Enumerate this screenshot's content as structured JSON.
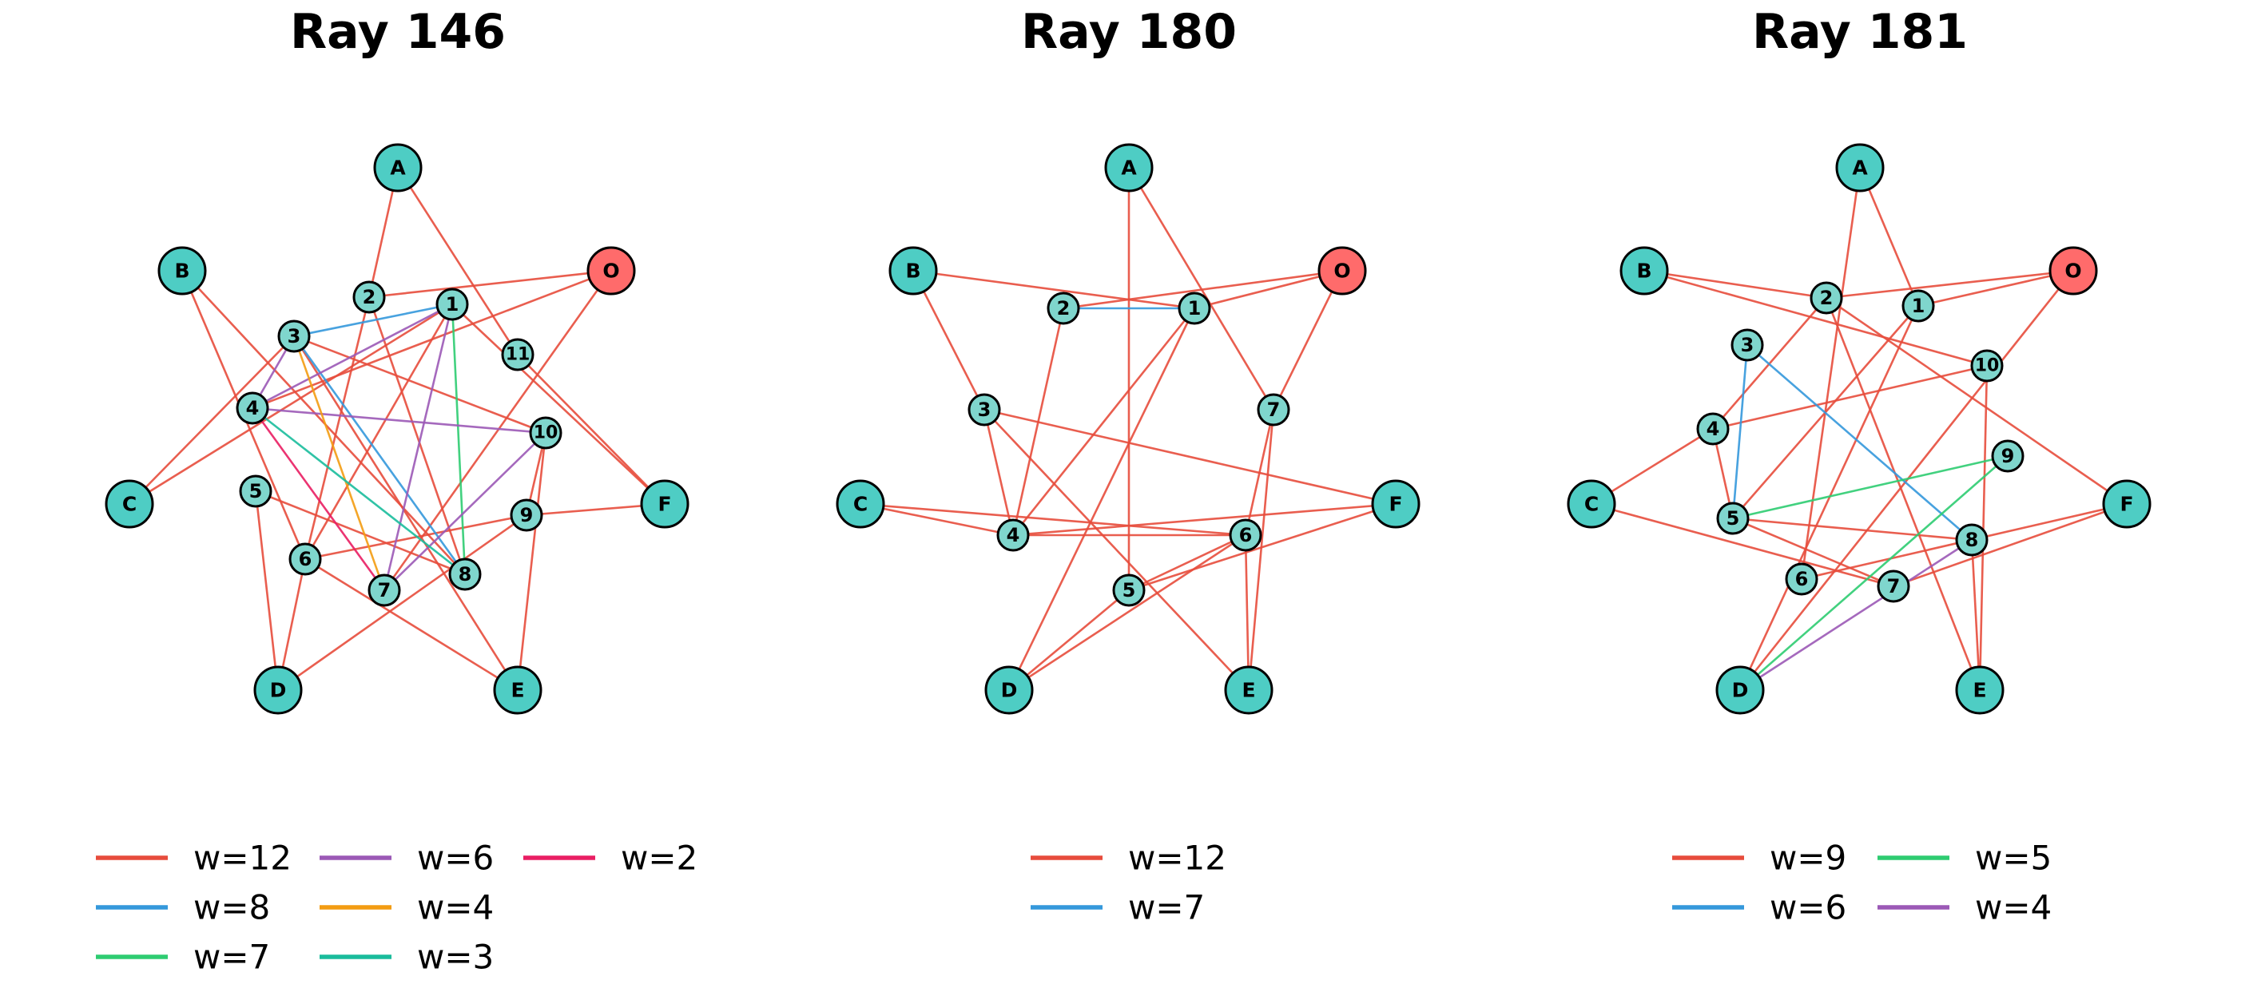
{
  "panels": [
    {
      "title": "Ray 146",
      "nodes": [
        {
          "id": "A",
          "type": "big"
        },
        {
          "id": "B",
          "type": "big"
        },
        {
          "id": "C",
          "type": "big"
        },
        {
          "id": "D",
          "type": "big"
        },
        {
          "id": "E",
          "type": "big"
        },
        {
          "id": "F",
          "type": "big"
        },
        {
          "id": "O",
          "type": "origin"
        },
        {
          "id": "1",
          "type": "small"
        },
        {
          "id": "2",
          "type": "small"
        },
        {
          "id": "3",
          "type": "small"
        },
        {
          "id": "4",
          "type": "small"
        },
        {
          "id": "5",
          "type": "small"
        },
        {
          "id": "6",
          "type": "small"
        },
        {
          "id": "7",
          "type": "small"
        },
        {
          "id": "8",
          "type": "small"
        },
        {
          "id": "9",
          "type": "small"
        },
        {
          "id": "10",
          "type": "small"
        },
        {
          "id": "11",
          "type": "small"
        }
      ],
      "edges": [
        {
          "from": "A",
          "to": "2",
          "w": 12
        },
        {
          "from": "A",
          "to": "11",
          "w": 12
        },
        {
          "from": "B",
          "to": "8",
          "w": 12
        },
        {
          "from": "B",
          "to": "6",
          "w": 12
        },
        {
          "from": "C",
          "to": "1",
          "w": 12
        },
        {
          "from": "C",
          "to": "3",
          "w": 12
        },
        {
          "from": "D",
          "to": "5",
          "w": 12
        },
        {
          "from": "D",
          "to": "6",
          "w": 12
        },
        {
          "from": "D",
          "to": "9",
          "w": 12
        },
        {
          "from": "E",
          "to": "10",
          "w": 12
        },
        {
          "from": "E",
          "to": "6",
          "w": 12
        },
        {
          "from": "E",
          "to": "3",
          "w": 12
        },
        {
          "from": "F",
          "to": "1",
          "w": 12
        },
        {
          "from": "F",
          "to": "9",
          "w": 12
        },
        {
          "from": "F",
          "to": "11",
          "w": 12
        },
        {
          "from": "O",
          "to": "2",
          "w": 12
        },
        {
          "from": "O",
          "to": "4",
          "w": 12
        },
        {
          "from": "O",
          "to": "7",
          "w": 12
        },
        {
          "from": "1",
          "to": "6",
          "w": 12
        },
        {
          "from": "2",
          "to": "6",
          "w": 12
        },
        {
          "from": "2",
          "to": "8",
          "w": 12
        },
        {
          "from": "3",
          "to": "10",
          "w": 12
        },
        {
          "from": "5",
          "to": "8",
          "w": 12
        },
        {
          "from": "6",
          "to": "9",
          "w": 12
        },
        {
          "from": "10",
          "to": "9",
          "w": 12
        },
        {
          "from": "1",
          "to": "3",
          "w": 8
        },
        {
          "from": "3",
          "to": "8",
          "w": 8
        },
        {
          "from": "1",
          "to": "8",
          "w": 7
        },
        {
          "from": "1",
          "to": "4",
          "w": 6
        },
        {
          "from": "1",
          "to": "7",
          "w": 6
        },
        {
          "from": "4",
          "to": "10",
          "w": 6
        },
        {
          "from": "7",
          "to": "10",
          "w": 6
        },
        {
          "from": "3",
          "to": "4",
          "w": 6
        },
        {
          "from": "3",
          "to": "7",
          "w": 4
        },
        {
          "from": "4",
          "to": "8",
          "w": 3
        },
        {
          "from": "4",
          "to": "7",
          "w": 2
        }
      ],
      "legend": [
        {
          "label": "w=12",
          "color": "#e74c3c"
        },
        {
          "label": "w=8",
          "color": "#3498db"
        },
        {
          "label": "w=7",
          "color": "#2ecc71"
        },
        {
          "label": "w=6",
          "color": "#9b59b6"
        },
        {
          "label": "w=4",
          "color": "#f39c12"
        },
        {
          "label": "w=3",
          "color": "#1abc9c"
        },
        {
          "label": "w=2",
          "color": "#e91e63"
        }
      ]
    },
    {
      "title": "Ray 180",
      "nodes": [
        {
          "id": "A",
          "type": "big"
        },
        {
          "id": "B",
          "type": "big"
        },
        {
          "id": "C",
          "type": "big"
        },
        {
          "id": "D",
          "type": "big"
        },
        {
          "id": "E",
          "type": "big"
        },
        {
          "id": "F",
          "type": "big"
        },
        {
          "id": "O",
          "type": "origin"
        },
        {
          "id": "1",
          "type": "small"
        },
        {
          "id": "2",
          "type": "small"
        },
        {
          "id": "3",
          "type": "small"
        },
        {
          "id": "4",
          "type": "small"
        },
        {
          "id": "5",
          "type": "small"
        },
        {
          "id": "6",
          "type": "small"
        },
        {
          "id": "7",
          "type": "small"
        }
      ],
      "edges": [
        {
          "from": "A",
          "to": "5",
          "w": 12
        },
        {
          "from": "A",
          "to": "7",
          "w": 12
        },
        {
          "from": "B",
          "to": "1",
          "w": 12
        },
        {
          "from": "B",
          "to": "3",
          "w": 12
        },
        {
          "from": "C",
          "to": "6",
          "w": 12
        },
        {
          "from": "C",
          "to": "4",
          "w": 12
        },
        {
          "from": "D",
          "to": "1",
          "w": 12
        },
        {
          "from": "D",
          "to": "6",
          "w": 12
        },
        {
          "from": "D",
          "to": "5",
          "w": 12
        },
        {
          "from": "E",
          "to": "3",
          "w": 12
        },
        {
          "from": "E",
          "to": "6",
          "w": 12
        },
        {
          "from": "E",
          "to": "7",
          "w": 12
        },
        {
          "from": "F",
          "to": "4",
          "w": 12
        },
        {
          "from": "F",
          "to": "5",
          "w": 12
        },
        {
          "from": "F",
          "to": "3",
          "w": 12
        },
        {
          "from": "O",
          "to": "2",
          "w": 12
        },
        {
          "from": "O",
          "to": "1",
          "w": 12
        },
        {
          "from": "O",
          "to": "7",
          "w": 12
        },
        {
          "from": "1",
          "to": "4",
          "w": 12
        },
        {
          "from": "2",
          "to": "4",
          "w": 12
        },
        {
          "from": "3",
          "to": "4",
          "w": 12
        },
        {
          "from": "4",
          "to": "6",
          "w": 12
        },
        {
          "from": "5",
          "to": "6",
          "w": 12
        },
        {
          "from": "6",
          "to": "7",
          "w": 12
        },
        {
          "from": "2",
          "to": "1",
          "w": 7
        }
      ],
      "legend": [
        {
          "label": "w=12",
          "color": "#e74c3c"
        },
        {
          "label": "w=7",
          "color": "#3498db"
        }
      ]
    },
    {
      "title": "Ray 181",
      "nodes": [
        {
          "id": "A",
          "type": "big"
        },
        {
          "id": "B",
          "type": "big"
        },
        {
          "id": "C",
          "type": "big"
        },
        {
          "id": "D",
          "type": "big"
        },
        {
          "id": "E",
          "type": "big"
        },
        {
          "id": "F",
          "type": "big"
        },
        {
          "id": "O",
          "type": "origin"
        },
        {
          "id": "1",
          "type": "small"
        },
        {
          "id": "2",
          "type": "small"
        },
        {
          "id": "3",
          "type": "small"
        },
        {
          "id": "4",
          "type": "small"
        },
        {
          "id": "5",
          "type": "small"
        },
        {
          "id": "6",
          "type": "small"
        },
        {
          "id": "7",
          "type": "small"
        },
        {
          "id": "8",
          "type": "small"
        },
        {
          "id": "9",
          "type": "small"
        },
        {
          "id": "10",
          "type": "small"
        }
      ],
      "edges": [
        {
          "from": "A",
          "to": "6",
          "w": 9
        },
        {
          "from": "A",
          "to": "1",
          "w": 9
        },
        {
          "from": "B",
          "to": "2",
          "w": 9
        },
        {
          "from": "B",
          "to": "10",
          "w": 9
        },
        {
          "from": "C",
          "to": "4",
          "w": 9
        },
        {
          "from": "C",
          "to": "7",
          "w": 9
        },
        {
          "from": "D",
          "to": "1",
          "w": 9
        },
        {
          "from": "D",
          "to": "O",
          "w": 9
        },
        {
          "from": "E",
          "to": "2",
          "w": 9
        },
        {
          "from": "E",
          "to": "10",
          "w": 9
        },
        {
          "from": "E",
          "to": "8",
          "w": 9
        },
        {
          "from": "F",
          "to": "2",
          "w": 9
        },
        {
          "from": "F",
          "to": "6",
          "w": 9
        },
        {
          "from": "F",
          "to": "7",
          "w": 9
        },
        {
          "from": "O",
          "to": "1",
          "w": 9
        },
        {
          "from": "O",
          "to": "2",
          "w": 9
        },
        {
          "from": "2",
          "to": "4",
          "w": 9
        },
        {
          "from": "4",
          "to": "10",
          "w": 9
        },
        {
          "from": "4",
          "to": "5",
          "w": 9
        },
        {
          "from": "5",
          "to": "8",
          "w": 9
        },
        {
          "from": "5",
          "to": "7",
          "w": 9
        },
        {
          "from": "1",
          "to": "5",
          "w": 9
        },
        {
          "from": "3",
          "to": "5",
          "w": 6
        },
        {
          "from": "3",
          "to": "8",
          "w": 6
        },
        {
          "from": "5",
          "to": "9",
          "w": 5
        },
        {
          "from": "D",
          "to": "9",
          "w": 5
        },
        {
          "from": "D",
          "to": "8",
          "w": 4
        }
      ],
      "legend": [
        {
          "label": "w=9",
          "color": "#e74c3c"
        },
        {
          "label": "w=6",
          "color": "#3498db"
        },
        {
          "label": "w=5",
          "color": "#2ecc71"
        },
        {
          "label": "w=4",
          "color": "#9b59b6"
        }
      ]
    }
  ],
  "colors": {
    "node_fill": "#4ecdc4",
    "origin_fill": "#ff6b6b",
    "small_fill": "#7fd6cd",
    "edge_by_weight": {
      "12": "#e74c3c",
      "9": "#e74c3c",
      "8": "#3498db",
      "7": "#2ecc71",
      "6": "#9b59b6",
      "5": "#2ecc71",
      "4": "#f39c12",
      "3": "#1abc9c",
      "2": "#e91e63"
    },
    "panel3_edge_by_weight": {
      "9": "#e74c3c",
      "6": "#3498db",
      "5": "#2ecc71",
      "4": "#9b59b6"
    },
    "panel2_edge_by_weight": {
      "12": "#e74c3c",
      "7": "#3498db"
    }
  }
}
